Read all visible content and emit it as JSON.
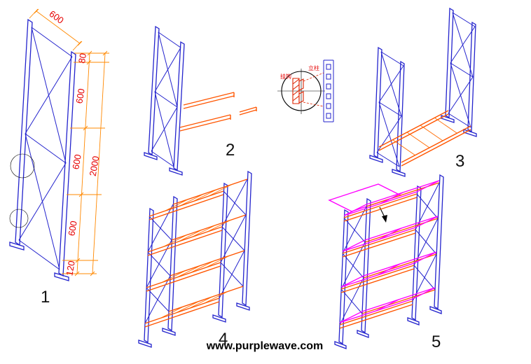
{
  "watermark": "www.purplewave.com",
  "step_labels": [
    "1",
    "2",
    "3",
    "4",
    "5"
  ],
  "dimensions": {
    "top_width": "600",
    "height_segments": [
      "80",
      "600",
      "600",
      "600",
      "120"
    ],
    "overall_height": "2000"
  },
  "detail": {
    "label_hook": "挂钩",
    "label_post": "立柱"
  },
  "colors": {
    "frame_blue": "#2323cd",
    "beam_orange": "#ff5500",
    "dimension_orange": "#ff8800",
    "dimension_text_red": "#e60000",
    "panel_magenta": "#ff00ff",
    "black": "#000000"
  }
}
